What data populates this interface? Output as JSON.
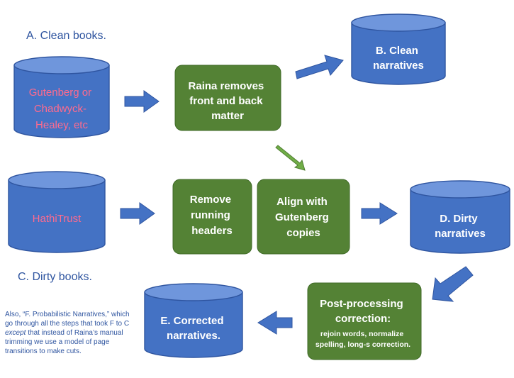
{
  "headings": {
    "clean_books": "A. Clean books.",
    "dirty_books": "C. Dirty books."
  },
  "sources": {
    "gutenberg": [
      "Gutenberg or",
      "Chadwyck-",
      "Healey, etc"
    ],
    "hathitrust": [
      "HathiTrust"
    ]
  },
  "outputs": {
    "clean_narratives": [
      "B. Clean",
      "narratives"
    ],
    "dirty_narratives": [
      "D. Dirty",
      "narratives"
    ],
    "corrected_narratives": [
      "E. Corrected",
      "narratives."
    ]
  },
  "steps": {
    "remove_matter": [
      "Raina removes",
      "front and back",
      "matter"
    ],
    "remove_headers": [
      "Remove",
      "running",
      "headers"
    ],
    "align": [
      "Align with",
      "Gutenberg",
      "copies"
    ],
    "post_processing": {
      "title": [
        "Post-processing",
        "correction:"
      ],
      "detail": [
        "rejoin words, normalize",
        "spelling, long-s correction."
      ]
    }
  },
  "note": {
    "before": "Also, “F. Probabilistic Narratives,” which go through all the steps that took F to C ",
    "emphasis": "except",
    "after": " that instead of Raina’s manual trimming we use a model of page transitions to make cuts."
  },
  "colors": {
    "cylinder": "#4472c4",
    "cylinder_top": "#6f96dc",
    "process_box": "#548235",
    "arrow_blue": "#4472c4",
    "arrow_green": "#70ad47",
    "source_text": "#ff6b8e",
    "heading_text": "#2f55a0"
  }
}
